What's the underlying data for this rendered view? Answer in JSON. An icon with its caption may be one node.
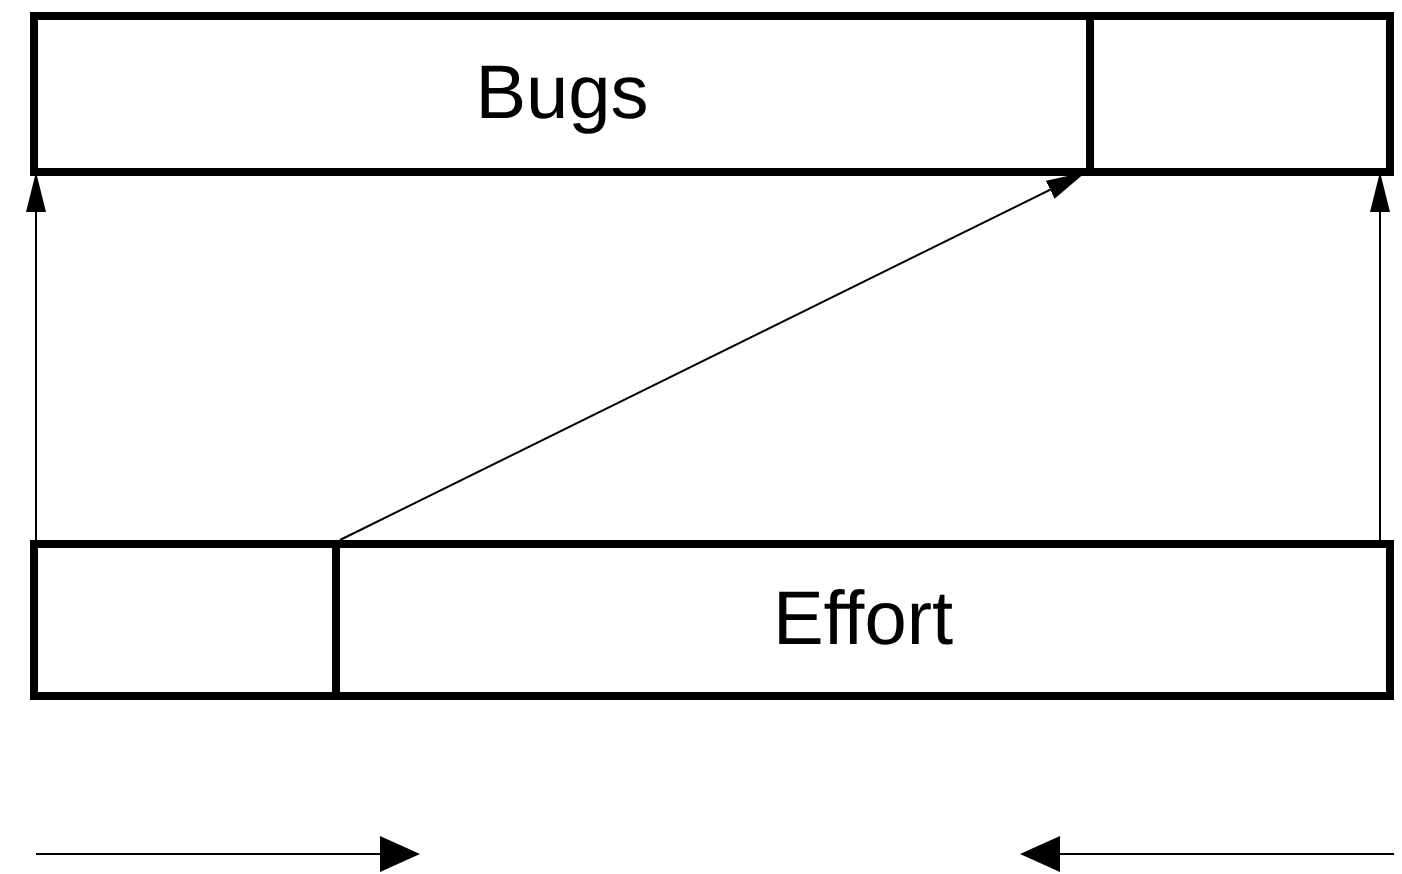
{
  "diagram": {
    "nodes": [
      {
        "text": [
          "Bugs"
        ]
      },
      {
        "text": [],
        "shape": "box"
      },
      {
        "text": [],
        "shape": "box"
      },
      {
        "text": [
          "Effort"
        ]
      }
    ],
    "edges": [
      {
        "from": 2,
        "to": 0,
        "arrow": "to"
      },
      {
        "from": 3,
        "to": 1,
        "arrow": "to"
      },
      {
        "from": 3,
        "to": 0,
        "arrow": "to"
      }
    ]
  }
}
